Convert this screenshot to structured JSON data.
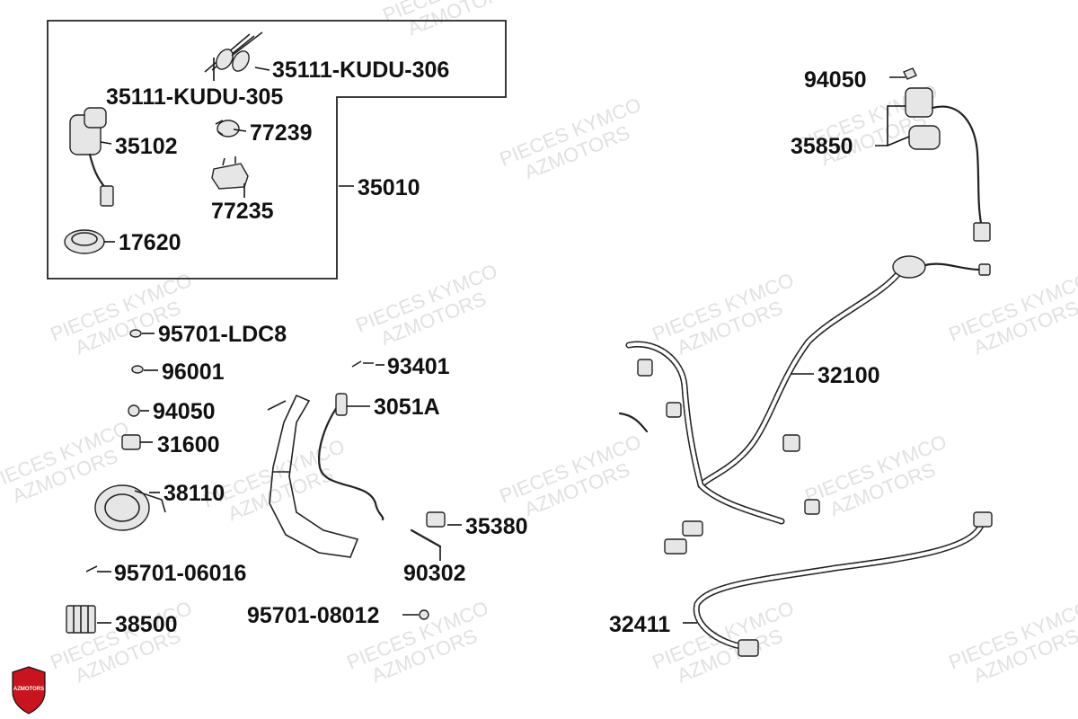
{
  "diagram": {
    "part_numbers": {
      "p35111_306": "35111-KUDU-306",
      "p35111_305": "35111-KUDU-305",
      "p35102": "35102",
      "p77239": "77239",
      "p35010": "35010",
      "p77235": "77235",
      "p17620": "17620",
      "p94050_top": "94050",
      "p35850": "35850",
      "p95701_LDC8": "95701-LDC8",
      "p96001": "96001",
      "p93401": "93401",
      "p94050": "94050",
      "p3051A": "3051A",
      "p31600": "31600",
      "p38110": "38110",
      "p32100": "32100",
      "p35380": "35380",
      "p95701_06016": "95701-06016",
      "p90302": "90302",
      "p95701_08012": "95701-08012",
      "p38500": "38500",
      "p32411": "32411"
    },
    "watermark": {
      "line1": "PIECES KYMCO",
      "line2": "AZMOTORS"
    },
    "logo_text": "AZMOTORS",
    "colors": {
      "logo_red": "#c8141e",
      "line": "#111111",
      "watermark": "#c9c9c9"
    }
  }
}
